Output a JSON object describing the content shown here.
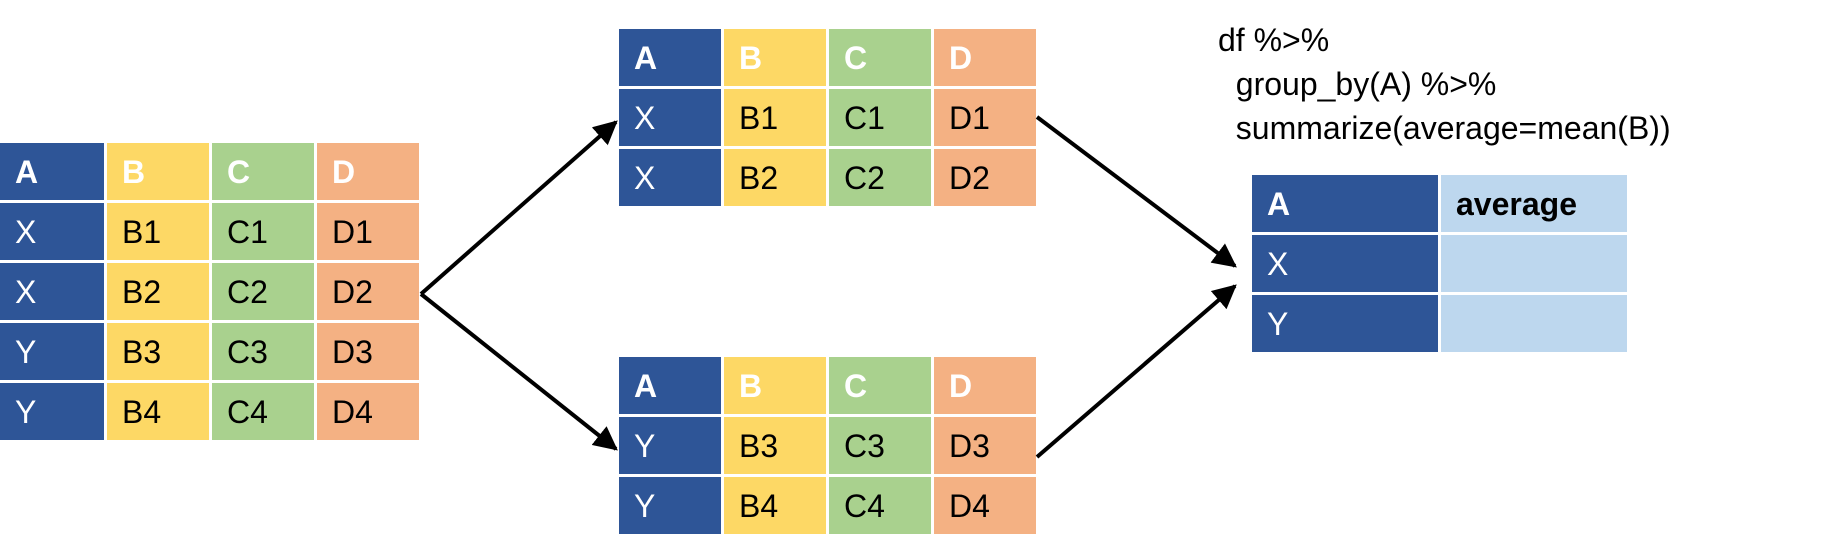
{
  "colors": {
    "A": "#2e5597",
    "B": "#fdd865",
    "C": "#a9d18e",
    "D": "#f4b183",
    "average": "#bdd7ee",
    "arrow": "#000000"
  },
  "source_table": {
    "headers": [
      "A",
      "B",
      "C",
      "D"
    ],
    "rows": [
      [
        "X",
        "B1",
        "C1",
        "D1"
      ],
      [
        "X",
        "B2",
        "C2",
        "D2"
      ],
      [
        "Y",
        "B3",
        "C3",
        "D3"
      ],
      [
        "Y",
        "B4",
        "C4",
        "D4"
      ]
    ]
  },
  "group_x": {
    "headers": [
      "A",
      "B",
      "C",
      "D"
    ],
    "rows": [
      [
        "X",
        "B1",
        "C1",
        "D1"
      ],
      [
        "X",
        "B2",
        "C2",
        "D2"
      ]
    ]
  },
  "group_y": {
    "headers": [
      "A",
      "B",
      "C",
      "D"
    ],
    "rows": [
      [
        "Y",
        "B3",
        "C3",
        "D3"
      ],
      [
        "Y",
        "B4",
        "C4",
        "D4"
      ]
    ]
  },
  "code": {
    "line1": "df %>%",
    "line2": "  group_by(A) %>%",
    "line3": "  summarize(average=mean(B))"
  },
  "result_table": {
    "headers": [
      "A",
      "average"
    ],
    "rows": [
      [
        "X",
        ""
      ],
      [
        "Y",
        ""
      ]
    ]
  }
}
